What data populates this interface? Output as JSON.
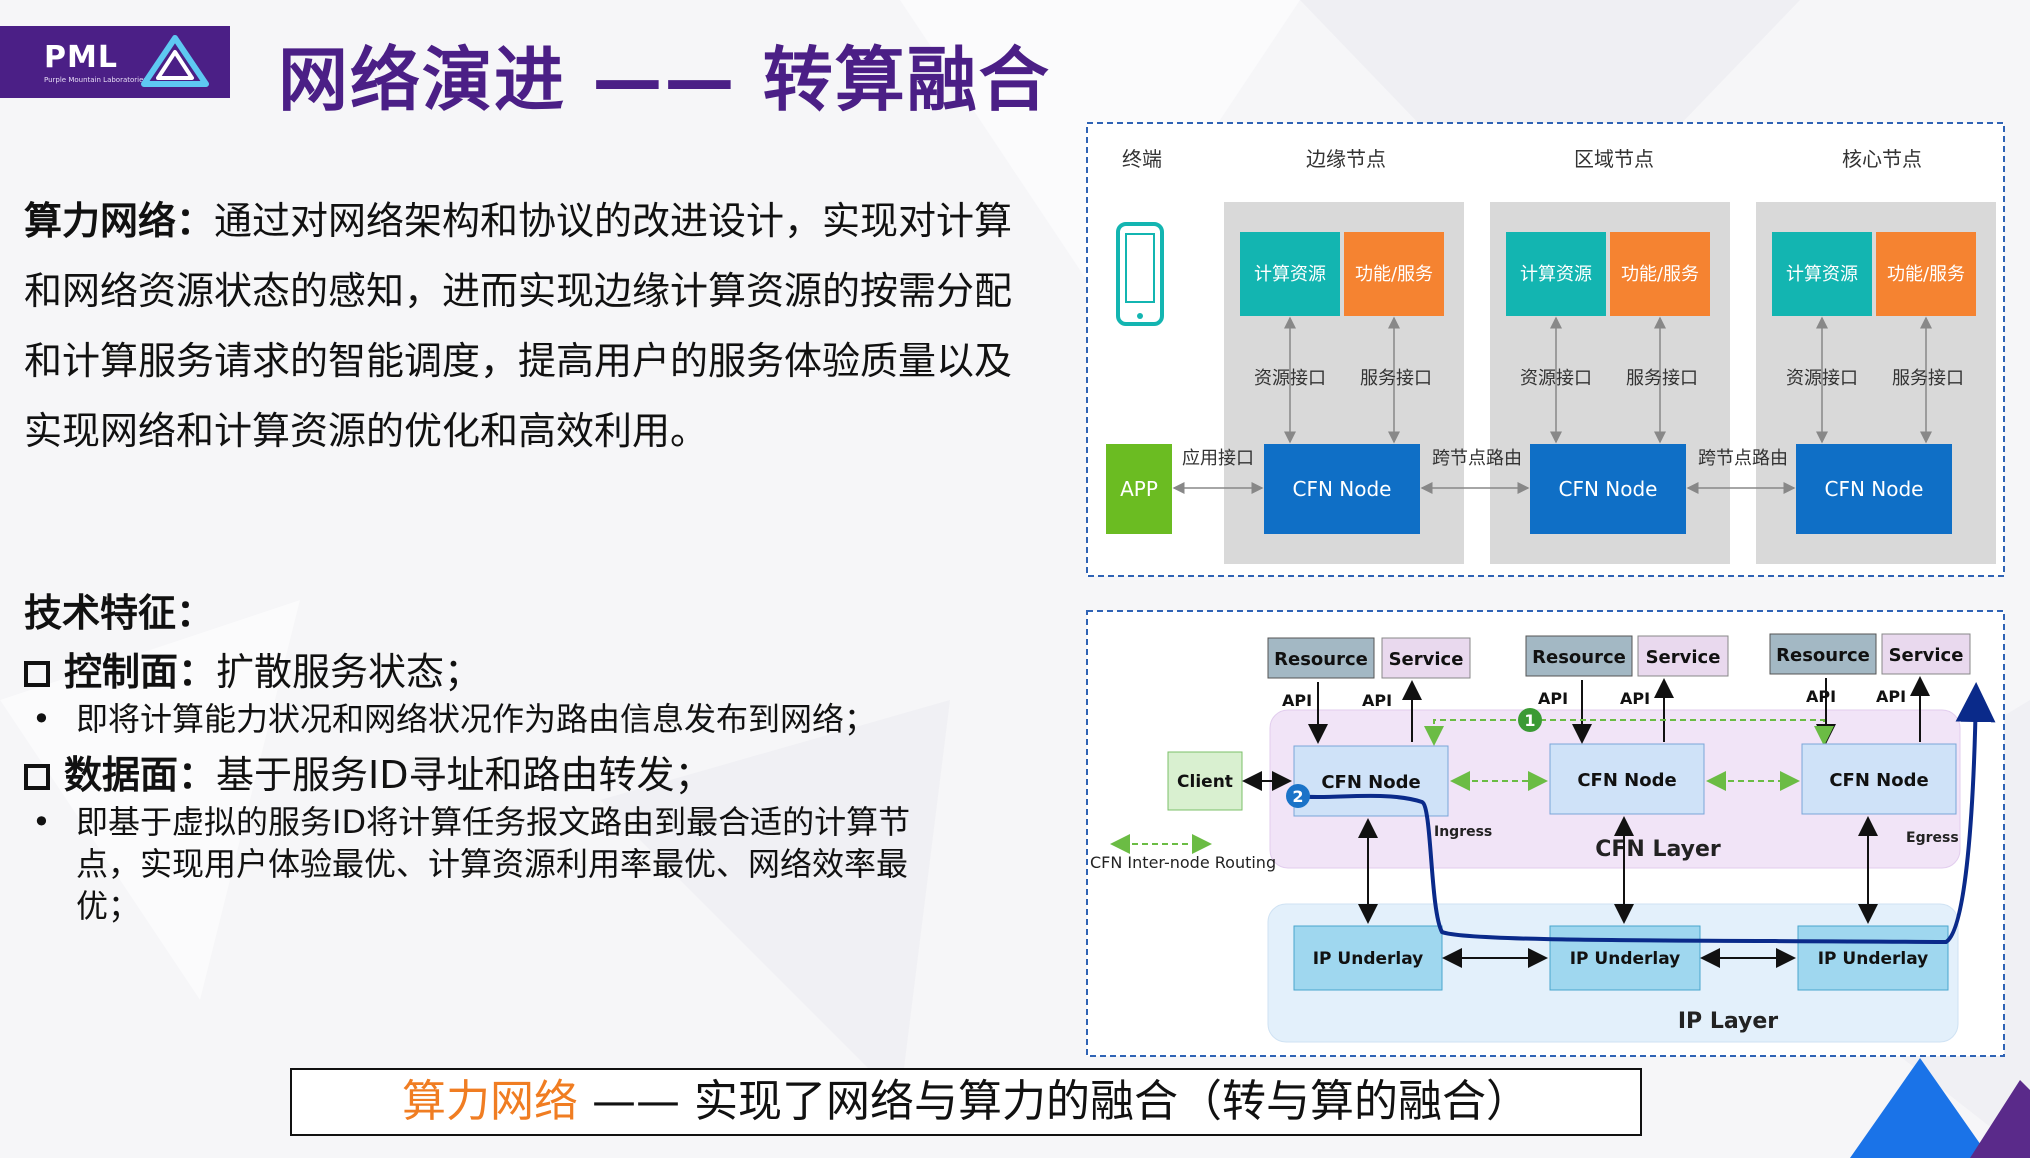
{
  "logo": {
    "name": "PML",
    "subtitle": "Purple Mountain Laboratories"
  },
  "title": "网络演进 —— 转算融合",
  "para": {
    "label": "算力网络：",
    "text": "通过对网络架构和协议的改进设计，实现对计算和网络资源状态的感知，进而实现边缘计算资源的按需分配和计算服务请求的智能调度，提高用户的服务体验质量以及实现网络和计算资源的优化和高效利用。"
  },
  "features": {
    "heading": "技术特征：",
    "control": {
      "label": "控制面：",
      "text": "扩散服务状态；"
    },
    "control_bullet": "即将计算能力状况和网络状况作为路由信息发布到网络；",
    "data": {
      "label": "数据面：",
      "text": "基于服务ID寻址和路由转发；"
    },
    "data_bullet": "即基于虚拟的服务ID将计算任务报文路由到最合适的计算节点，实现用户体验最优、计算资源利用率最优、网络效率最优；"
  },
  "bottom": {
    "highlight": "算力网络",
    "rest": " —— 实现了网络与算力的融合（转与算的融合）"
  },
  "diagram1": {
    "columns": [
      "终端",
      "边缘节点",
      "区域节点",
      "核心节点"
    ],
    "compute": "计算资源",
    "function": "功能/服务",
    "res_if": "资源接口",
    "svc_if": "服务接口",
    "app": "APP",
    "app_if": "应用接口",
    "cross": "跨节点路由",
    "node": "CFN Node",
    "colors": {
      "teal": "#13b5b1",
      "orange": "#f58331",
      "blue": "#0f6fc6",
      "green": "#6bbc22",
      "gray": "#d9d9d9"
    }
  },
  "diagram2": {
    "resource": "Resource",
    "service": "Service",
    "api": "API",
    "client": "Client",
    "node": "CFN Node",
    "ingress": "Ingress",
    "egress": "Egress",
    "cfn_layer": "CFN Layer",
    "ip_layer": "IP Layer",
    "underlay": "IP Underlay",
    "legend": "CFN Inter-node Routing",
    "step1": "1",
    "step2": "2"
  }
}
